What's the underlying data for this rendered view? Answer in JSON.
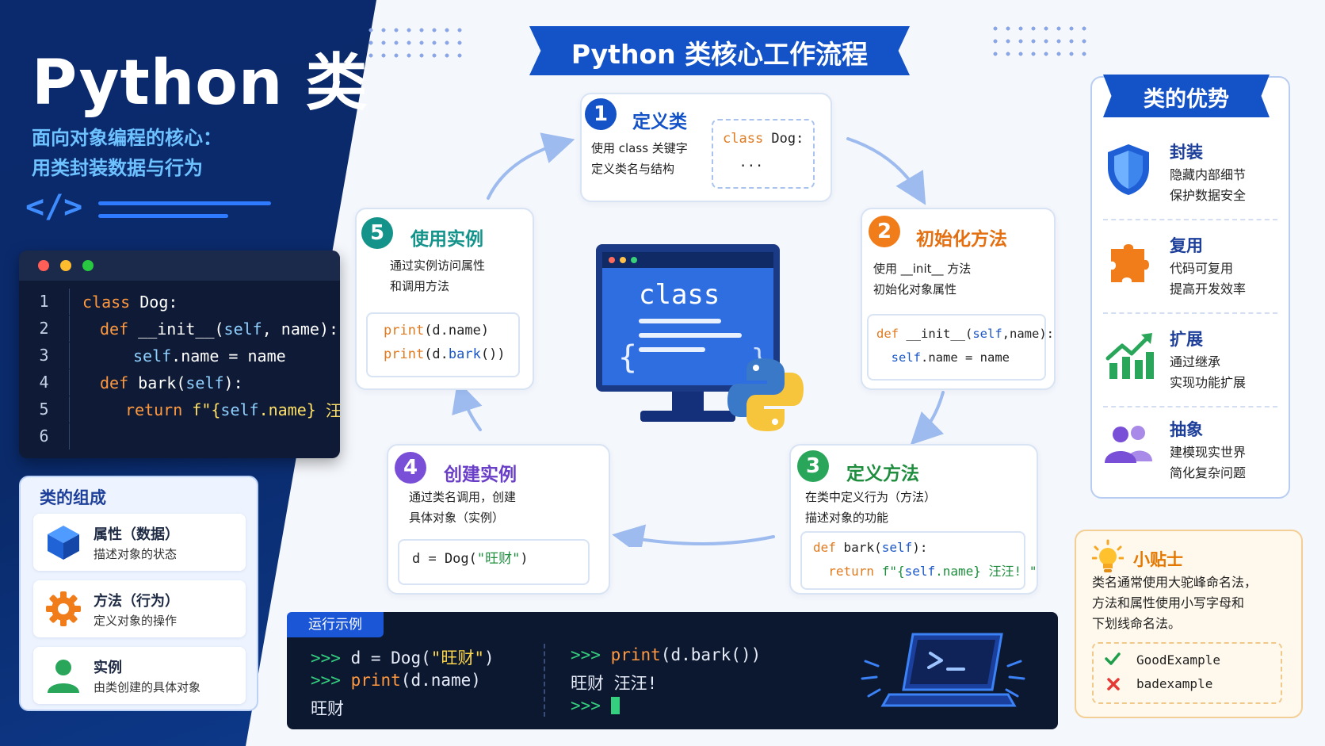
{
  "left": {
    "title": "Python 类",
    "subtitle_line1": "面向对象编程的核心：",
    "subtitle_line2": "用类封装数据与行为",
    "code_icon": "</>",
    "editor": {
      "line_numbers": [
        "1",
        "2",
        "3",
        "4",
        "5",
        "6"
      ],
      "tokens": {
        "l1_kw": "class",
        "l1_rest": " Dog:",
        "l2_kw": "def",
        "l2_fn": " __init__(",
        "l2_self": "self",
        "l2_rest": ", name):",
        "l3_self": "self",
        "l3_rest": ".name = name",
        "l4_kw": "def",
        "l4_fn": " bark(",
        "l4_self": "self",
        "l4_rest": "):",
        "l5_kw": "return",
        "l5_f": " f\"{",
        "l5_self": "self",
        "l5_rest": ".name}",
        "l5_str": " 汪汪!\""
      }
    },
    "composition": {
      "title": "类的组成",
      "items": [
        {
          "title": "属性（数据）",
          "desc": "描述对象的状态",
          "icon": "cube-icon"
        },
        {
          "title": "方法（行为）",
          "desc": "定义对象的操作",
          "icon": "gear-icon"
        },
        {
          "title": "实例",
          "desc": "由类创建的具体对象",
          "icon": "user-icon"
        }
      ]
    }
  },
  "workflow": {
    "title": "Python 类核心工作流程",
    "steps": [
      {
        "num": "1",
        "title": "定义类",
        "desc1": "使用 class 关键字",
        "desc2": "定义类名与结构",
        "code_kw": "class",
        "code_rest": " Dog:",
        "code_l2": "  ..."
      },
      {
        "num": "2",
        "title": "初始化方法",
        "desc1": "使用 __init__ 方法",
        "desc2": "初始化对象属性",
        "c1_kw": "def",
        "c1_fn": " __init__(",
        "c1_self": "self",
        "c1_rest": ",name):",
        "c2_self": "self",
        "c2_rest": ".name = name"
      },
      {
        "num": "3",
        "title": "定义方法",
        "desc1": "在类中定义行为（方法）",
        "desc2": "描述对象的功能",
        "c1_kw": "def",
        "c1_fn": " bark(",
        "c1_self": "self",
        "c1_rest": "):",
        "c2_kw": "return",
        "c2_f": " f\"{",
        "c2_self": "self",
        "c2_rest": ".name}",
        "c2_str": " 汪汪! \""
      },
      {
        "num": "4",
        "title": "创建实例",
        "desc1": "通过类名调用，创建",
        "desc2": "具体对象（实例）",
        "c_pre": "d = Dog(",
        "c_str": "\"旺财\"",
        "c_post": ")"
      },
      {
        "num": "5",
        "title": "使用实例",
        "desc1": "通过实例访问属性",
        "desc2": "和调用方法",
        "c1_fn": "print",
        "c1_rest": "(d.name)",
        "c2_fn": "print",
        "c2_a": "(d.",
        "c2_b": "bark",
        "c2_c": "())"
      }
    ],
    "center_word": "class",
    "center_logo": "python-logo-icon"
  },
  "runner": {
    "tag": "运行示例",
    "left": {
      "p1": ">>>",
      "l1_pre": " d = Dog(",
      "l1_str": "\"旺财\"",
      "l1_post": ")",
      "p2": ">>>",
      "l2_fn": " print",
      "l2_rest": "(d.name)",
      "out": "旺财"
    },
    "right": {
      "p1": ">>>",
      "l1_fn": " print",
      "l1_rest": "(d.bark())",
      "out": "旺财 汪汪!",
      "p3": ">>>"
    },
    "icon": "laptop-icon"
  },
  "advantages": {
    "title": "类的优势",
    "items": [
      {
        "title": "封装",
        "d1": "隐藏内部细节",
        "d2": "保护数据安全",
        "icon": "shield-icon"
      },
      {
        "title": "复用",
        "d1": "代码可复用",
        "d2": "提高开发效率",
        "icon": "puzzle-icon"
      },
      {
        "title": "扩展",
        "d1": "通过继承",
        "d2": "实现功能扩展",
        "icon": "growth-chart-icon"
      },
      {
        "title": "抽象",
        "d1": "建模现实世界",
        "d2": "简化复杂问题",
        "icon": "users-icon"
      }
    ]
  },
  "tips": {
    "title": "小贴士",
    "l1": "类名通常使用大驼峰命名法，",
    "l2": "方法和属性使用小写字母和",
    "l3": "下划线命名法。",
    "good": "GoodExample",
    "bad": "badexample",
    "icon": "lightbulb-icon"
  },
  "colors": {
    "navy": "#0b2a6e",
    "blue": "#1452c8",
    "orange": "#f07c1a",
    "green": "#2aa65a",
    "purple": "#7a4fd8",
    "teal": "#14938a"
  }
}
